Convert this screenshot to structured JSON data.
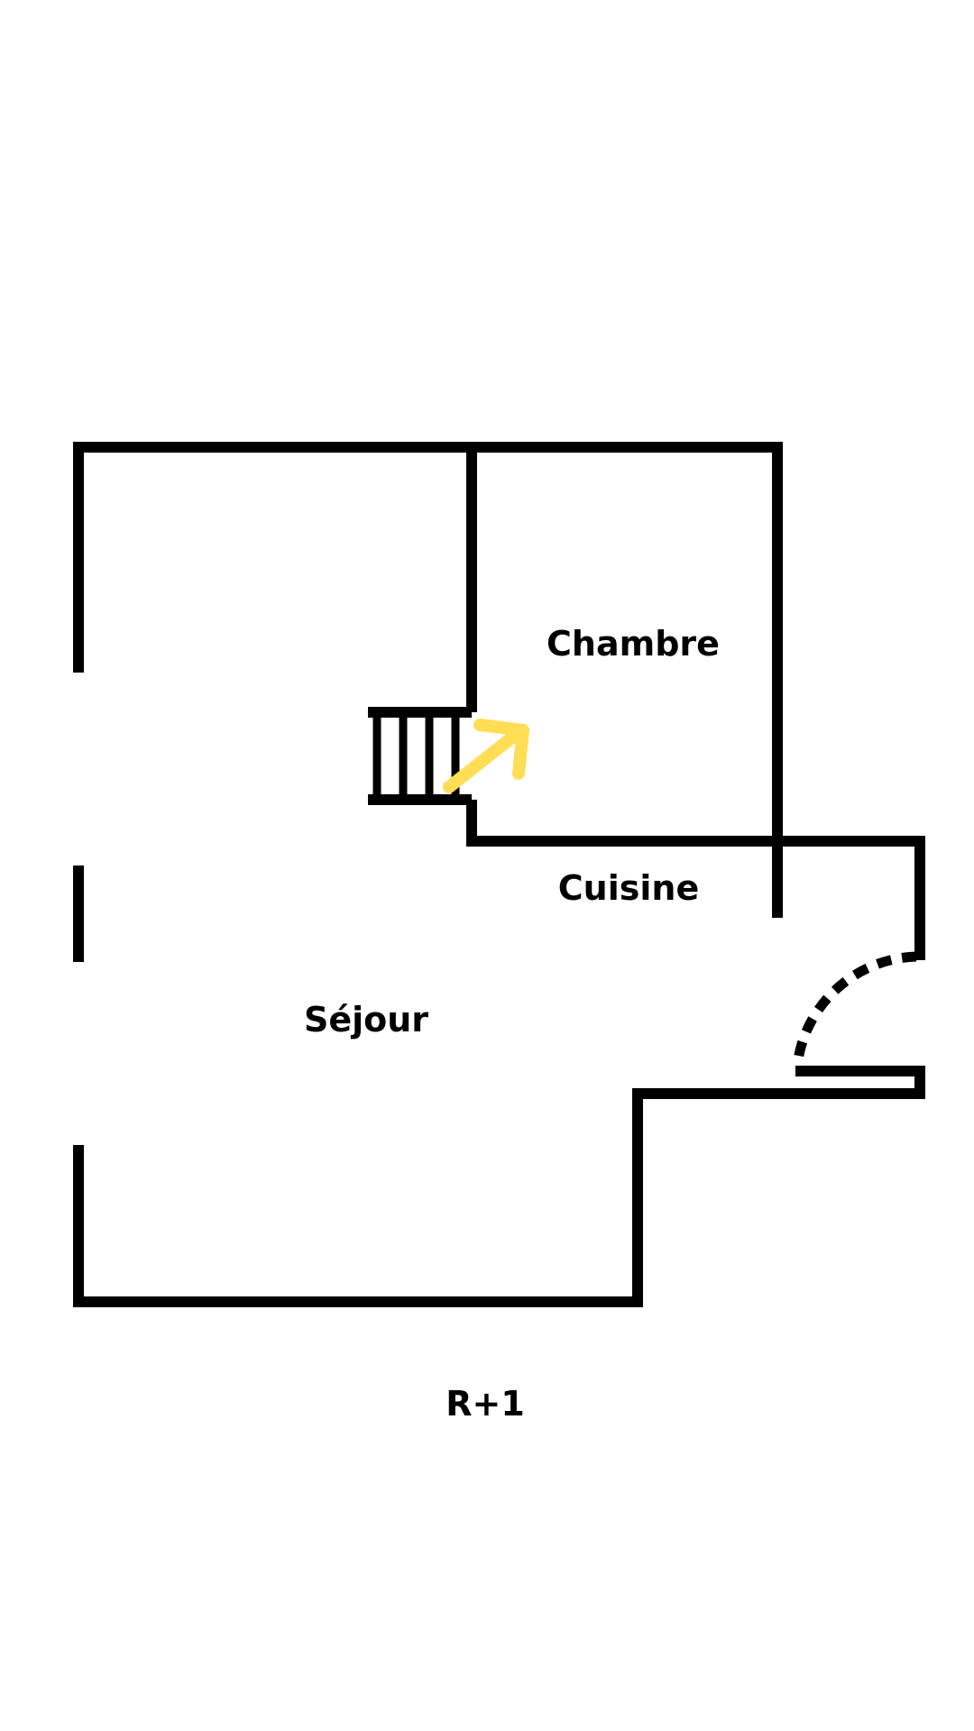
{
  "plan": {
    "rooms": {
      "chambre": "Chambre",
      "cuisine": "Cuisine",
      "sejour": "Séjour"
    },
    "level": "R+1",
    "colors": {
      "wall": "#000000",
      "arrow": "#FFDD55"
    }
  }
}
